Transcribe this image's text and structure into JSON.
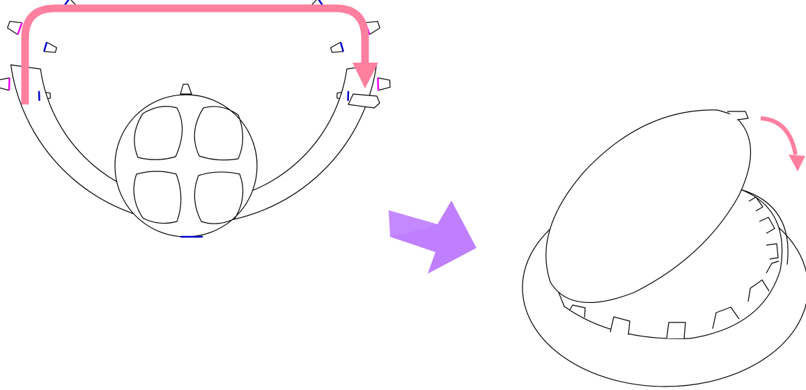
{
  "colors": {
    "background": "#ffffff",
    "outline": "#000000",
    "transfer_arrow": "#ff7f9f",
    "step_arrow": "#bf7fff",
    "inner_tooth_edge": "#0000cc",
    "outer_tooth_edge": "#ee00ee"
  },
  "elements": {
    "left_assembly": "flat-curved-gear-strip",
    "center_gear": "four-lobed-gear-disc",
    "step_arrow": "transform-arrow",
    "right_assembly": "rolled-ring-gear-with-lid",
    "rotation_arrow": "curved-rotation-arrow"
  },
  "counts": {
    "outer_teeth": 11,
    "inner_teeth": 11,
    "ring_inner_teeth": 9
  }
}
